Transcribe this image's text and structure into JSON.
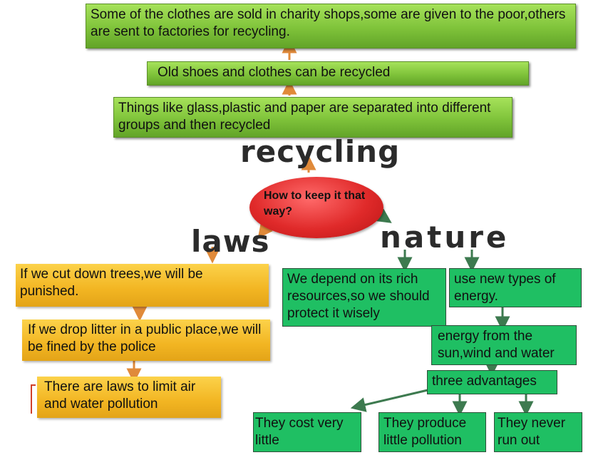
{
  "center": {
    "question": "How to keep it that way?"
  },
  "branches": {
    "recycling": "recycling",
    "laws": "laws",
    "nature": "nature"
  },
  "recycling_items": [
    "Some of the clothes are sold in charity shops,some are given to the poor,others are sent to factories for recycling.",
    "Old shoes and clothes can be recycled",
    " Things like glass,plastic and paper are separated into different groups and then recycled"
  ],
  "laws_items": [
    "If we cut down trees,we will be punished.",
    "If we drop litter in a public place,we will be fined by the police",
    "There are laws to limit air and water pollution"
  ],
  "nature_items": {
    "depend": "We depend on its rich resources,so we should protect it wisely",
    "new_energy": "use new types of energy.",
    "sources": "energy from the sun,wind and water",
    "advantages": "three advantages",
    "adv_list": [
      "They cost very little",
      "They produce little pollution",
      "They never run out"
    ]
  },
  "colors": {
    "recycling_box": "#7fc33a",
    "laws_box": "#f2b522",
    "nature_box": "#1fbf63",
    "center_ellipse": "#e02a2a"
  }
}
